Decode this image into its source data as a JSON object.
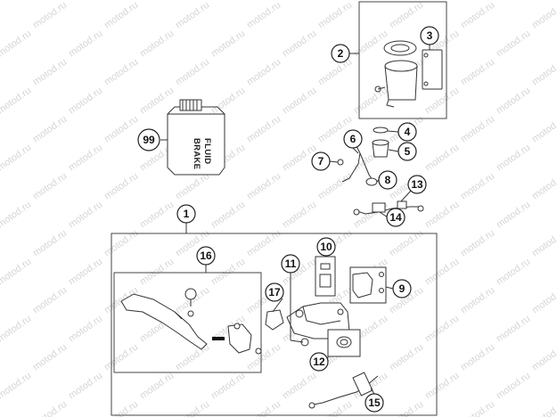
{
  "watermark": "motod.ru",
  "bottle_label": [
    "BRAKE",
    "FLUID"
  ],
  "callouts": {
    "c1": "1",
    "c2": "2",
    "c3": "3",
    "c4": "4",
    "c5": "5",
    "c6": "6",
    "c7": "7",
    "c8": "8",
    "c9": "9",
    "c10": "10",
    "c11": "11",
    "c12": "12",
    "c13": "13",
    "c14": "14",
    "c15": "15",
    "c16": "16",
    "c17": "17",
    "c99": "99"
  }
}
